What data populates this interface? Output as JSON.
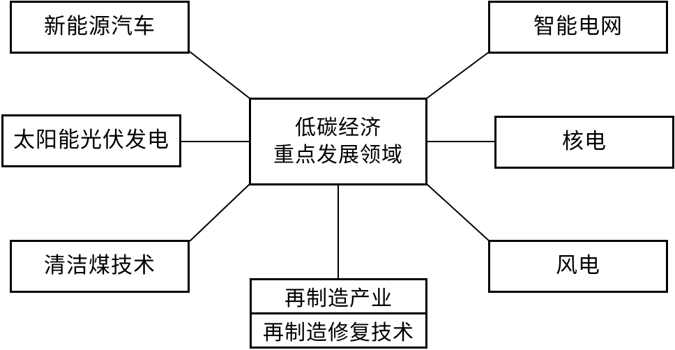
{
  "center": {
    "line1": "低碳经济",
    "line2": "重点发展领域"
  },
  "nodes": {
    "new_energy_vehicles": "新能源汽车",
    "smart_grid": "智能电网",
    "solar_pv": "太阳能光伏发电",
    "nuclear": "核电",
    "clean_coal": "清洁煤技术",
    "wind": "风电"
  },
  "remanufacturing": {
    "industry": "再制造产业",
    "repair_tech": "再制造修复技术"
  }
}
